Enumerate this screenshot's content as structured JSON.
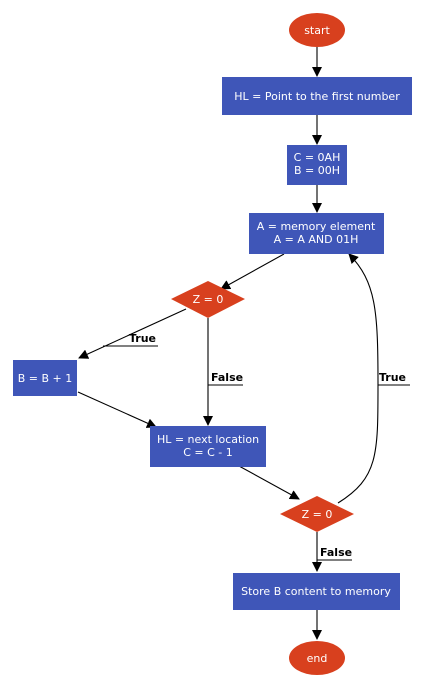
{
  "colors": {
    "process": "#3f56b8",
    "terminal": "#d8401e",
    "decision": "#d8401e",
    "line": "#000000",
    "text": "#ffffff"
  },
  "nodes": {
    "start": "start",
    "hl_point": "HL = Point to the first number",
    "init_c": "C = 0AH",
    "init_b": "B = 00H",
    "mem_a": "A = memory element",
    "and_a": "A = A AND 01H",
    "dec1": "Z = 0",
    "inc_b": "B = B + 1",
    "next_hl": "HL = next location",
    "dec_c": "C = C - 1",
    "dec2": "Z = 0",
    "store": "Store B content to memory",
    "end": "end"
  },
  "edges": {
    "true1": "True",
    "false1": "False",
    "true2": "True",
    "false2": "False"
  }
}
